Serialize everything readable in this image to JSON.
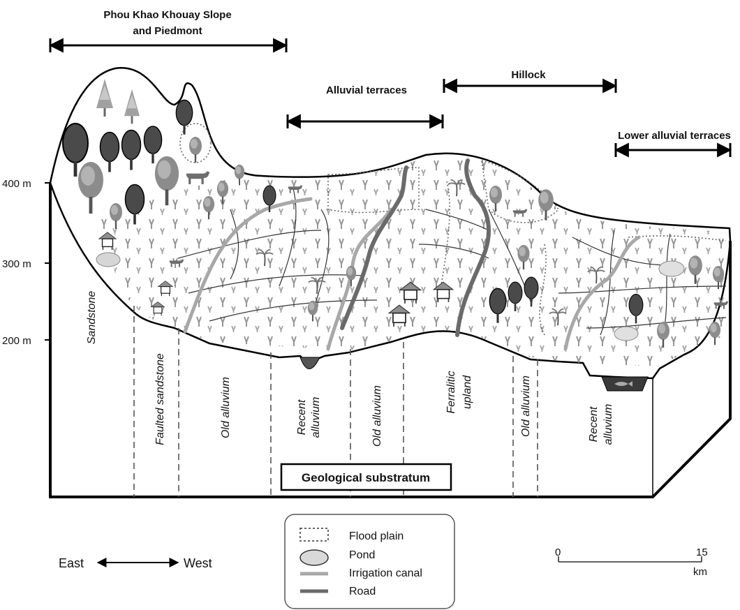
{
  "regions": {
    "phou_khao": [
      "Phou Khao Khouay Slope",
      "and Piedmont"
    ],
    "alluvial_terraces": "Alluvial terraces",
    "hillock": "Hillock",
    "lower_alluvial_terraces": "Lower alluvial terraces"
  },
  "elevation_ticks": [
    "400 m",
    "300 m",
    "200 m"
  ],
  "geology": {
    "sandstone": "Sandstone",
    "faulted_sandstone": "Faulted sandstone",
    "old_alluvium_1": "Old alluvium",
    "recent_alluvium_1": [
      "Recent",
      "alluvium"
    ],
    "old_alluvium_2": "Old alluvium",
    "ferralitic_upland": [
      "Ferralitic",
      "upland"
    ],
    "old_alluvium_3": "Old alluvium",
    "recent_alluvium_2": [
      "Recent",
      "alluvium"
    ],
    "substratum": "Geological substratum"
  },
  "legend": {
    "flood_plain": "Flood plain",
    "pond": "Pond",
    "irrigation_canal": "Irrigation canal",
    "road": "Road"
  },
  "orientation": {
    "east": "East",
    "west": "West"
  },
  "scale": {
    "start": "0",
    "end": "15",
    "unit": "km"
  },
  "icons": [
    "tree-icon",
    "conifer-icon",
    "palm-icon",
    "house-icon",
    "cow-icon",
    "rice-plant-icon",
    "fish-icon"
  ],
  "colors": {
    "canal": "#a8a8a8",
    "road": "#6a6a6a",
    "pond": "#d6d6d6",
    "outline": "#000000"
  }
}
